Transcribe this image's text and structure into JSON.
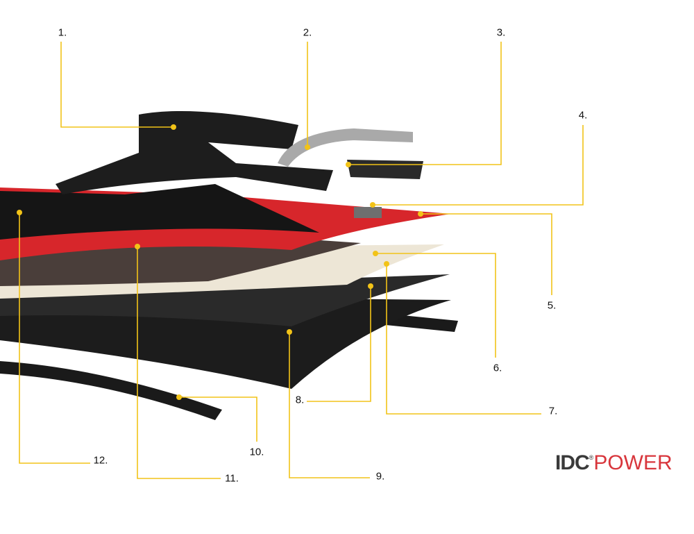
{
  "labels": [
    "1.",
    "2.",
    "3.",
    "4.",
    "5.",
    "6.",
    "7.",
    "8.",
    "9.",
    "10.",
    "11.",
    "12."
  ],
  "logo": {
    "part1": "IDC",
    "registered": "®",
    "part2": "POWER"
  },
  "colors": {
    "leader": "#f2c318",
    "red": "#d7262b",
    "logo_red": "#d8363c"
  }
}
